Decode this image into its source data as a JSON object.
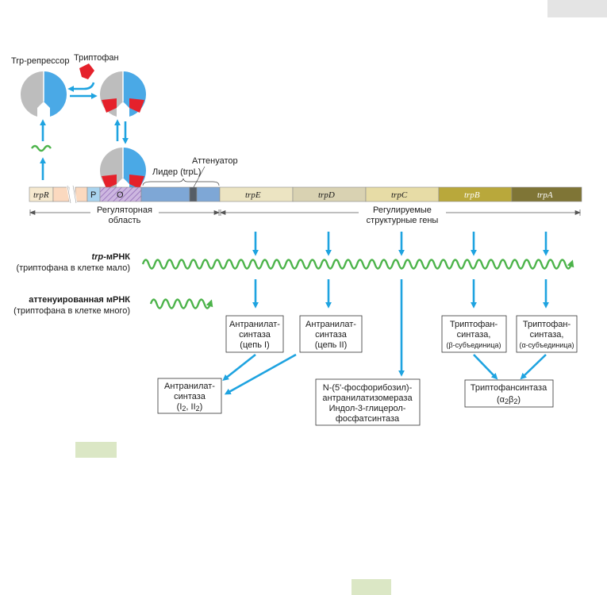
{
  "colors": {
    "arrow": "#1ea3e0",
    "mrna": "#4cb34a",
    "repressor_grey": "#bdbdbd",
    "repressor_blue": "#4aa9e6",
    "tryptophan_red": "#e5212b",
    "operator_purple": "#b79ad0",
    "leader_blue": "#7ea7d6",
    "trpE": "#ece4c2",
    "trpD": "#d9d2b2",
    "trpC": "#e7dca6",
    "trpB": "#b9a83b",
    "trpA": "#7f7536",
    "highlight_green": "#dbe7c5",
    "corner_grey": "#e4e4e4"
  },
  "labels": {
    "repressor": "Trp-репрессор",
    "tryptophan": "Триптофан",
    "leader": "Лидер (trpL)",
    "attenuator": "Аттенуатор",
    "regulatory_region": [
      "Регуляторная",
      "область"
    ],
    "structural_genes": [
      "Регулируемые",
      "структурные гены"
    ],
    "trp_mrna_prefix": "trp",
    "trp_mrna_suffix": "-мРНК",
    "trp_mrna_note": "(триптофана в клетке мало)",
    "atten_mrna": "аттенуированная мРНК",
    "atten_mrna_note": "(триптофана в клетке много)"
  },
  "segments": {
    "trpR": "trpR",
    "P": "P",
    "O": "O",
    "genes": [
      "trpE",
      "trpD",
      "trpC",
      "trpB",
      "trpA"
    ]
  },
  "boxes": {
    "anthranilate_I": [
      "Антранилат-",
      "синтаза",
      "(цепь I)"
    ],
    "anthranilate_II": [
      "Антранилат-",
      "синтаза",
      "(цепь II)"
    ],
    "trp_synth_beta": [
      "Триптофан-",
      "синтаза,",
      "(β-субъединица)"
    ],
    "trp_synth_alpha": [
      "Триптофан-",
      "синтаза,",
      "(α-субъединица)"
    ],
    "anthranilate_complex": [
      "Антранилат-",
      "синтаза",
      "(I",
      "2",
      ", II",
      "2",
      ")"
    ],
    "isomerase": [
      "N-(5'-фосфорибозил)-",
      "антранилатизомераза",
      "Индол-3-глицерол-",
      "фосфатсинтаза"
    ],
    "trp_synthase": [
      "Триптофансинтаза",
      "(α",
      "2",
      "β",
      "2",
      ")"
    ]
  }
}
